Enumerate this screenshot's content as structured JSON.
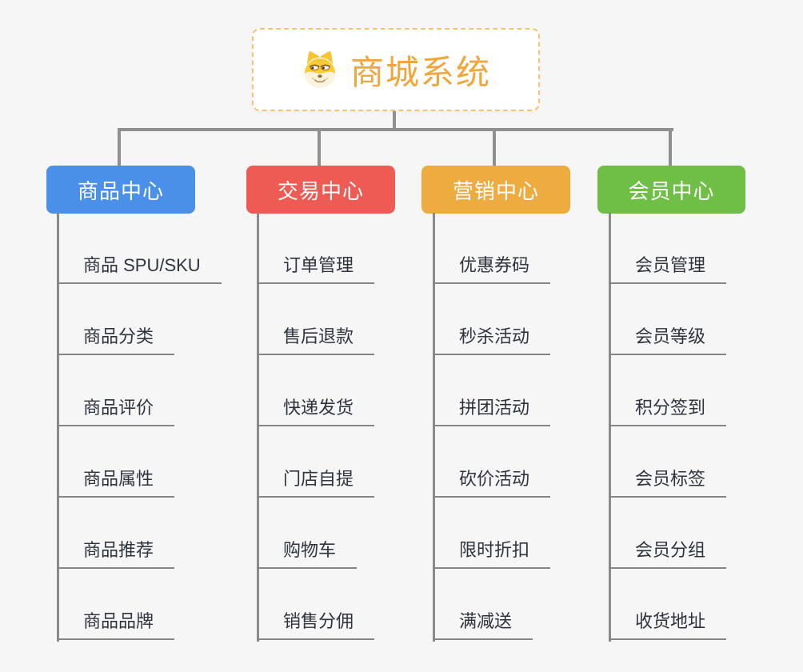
{
  "page": {
    "background_color": "#f6f6f7",
    "connector_color": "#8f8f8f"
  },
  "root": {
    "label": "商城系统",
    "icon": "doge-dog-icon",
    "text_color": "#f0a63c",
    "border_color": "#f7c56f"
  },
  "branches": [
    {
      "label": "商品中心",
      "color": "#4a90e8",
      "items": [
        "商品 SPU/SKU",
        "商品分类",
        "商品评价",
        "商品属性",
        "商品推荐",
        "商品品牌"
      ]
    },
    {
      "label": "交易中心",
      "color": "#ee5b54",
      "items": [
        "订单管理",
        "售后退款",
        "快递发货",
        "门店自提",
        "购物车",
        "销售分佣"
      ]
    },
    {
      "label": "营销中心",
      "color": "#edab40",
      "items": [
        "优惠券码",
        "秒杀活动",
        "拼团活动",
        "砍价活动",
        "限时折扣",
        "满减送"
      ]
    },
    {
      "label": "会员中心",
      "color": "#6fbe45",
      "items": [
        "会员管理",
        "会员等级",
        "积分签到",
        "会员标签",
        "会员分组",
        "收货地址"
      ]
    }
  ]
}
